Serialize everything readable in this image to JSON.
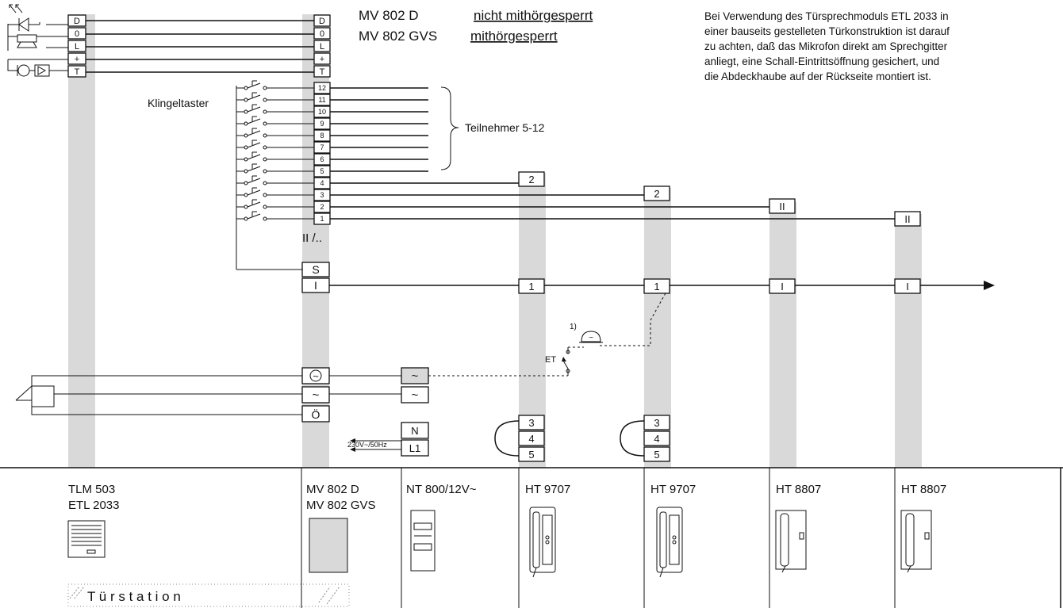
{
  "header": {
    "models": [
      {
        "name": "MV 802 D",
        "desc": "nicht mithörgesperrt"
      },
      {
        "name": "MV 802 GVS",
        "desc": "mithörgesperrt"
      }
    ],
    "note": [
      "Bei Verwendung des Türsprechmoduls ETL 2033 in",
      "einer bauseits gestelleten Türkonstruktion ist darauf",
      "zu achten, daß das Mikrofon direkt am Sprechgitter",
      "anliegt, eine Schall-Eintrittsöffnung gesichert, und",
      "die Abdeckhaube auf der Rückseite montiert ist."
    ]
  },
  "left_terminals": [
    "D",
    "0",
    "L",
    "+",
    "T"
  ],
  "mv_terminals": [
    "D",
    "0",
    "L",
    "+",
    "T"
  ],
  "bell_terminals": [
    "12",
    "11",
    "10",
    "9",
    "8",
    "7",
    "6",
    "5",
    "4",
    "3",
    "2",
    "1"
  ],
  "labels": {
    "klingeltaster": "Klingeltaster",
    "teilnehmer": "Teilnehmer 5-12",
    "ii_note": "II /..",
    "s": "S",
    "i": "I",
    "footnote": "1)",
    "et": "ET",
    "mains": "230V~/50Hz",
    "tuerstation": "T ü r s t a t i o n"
  },
  "power_terminals": [
    "~",
    "~",
    "Ö"
  ],
  "nt_terminals": [
    "~",
    "~"
  ],
  "nt_mains_terminals": [
    "N",
    "L1"
  ],
  "station_call_labels": [
    "2",
    "2",
    "II",
    "II"
  ],
  "station_line_labels": [
    "1",
    "1",
    "I",
    "I"
  ],
  "station_bridge_terminals": [
    "3",
    "4",
    "5"
  ],
  "columns": [
    {
      "line1": "TLM 503",
      "line2": "ETL 2033"
    },
    {
      "line1": "MV 802 D",
      "line2": "MV 802 GVS"
    },
    {
      "line1": "NT 800/12V~",
      "line2": ""
    },
    {
      "line1": "HT 9707",
      "line2": ""
    },
    {
      "line1": "HT 9707",
      "line2": ""
    },
    {
      "line1": "HT 8807",
      "line2": ""
    },
    {
      "line1": "HT 8807",
      "line2": ""
    }
  ]
}
